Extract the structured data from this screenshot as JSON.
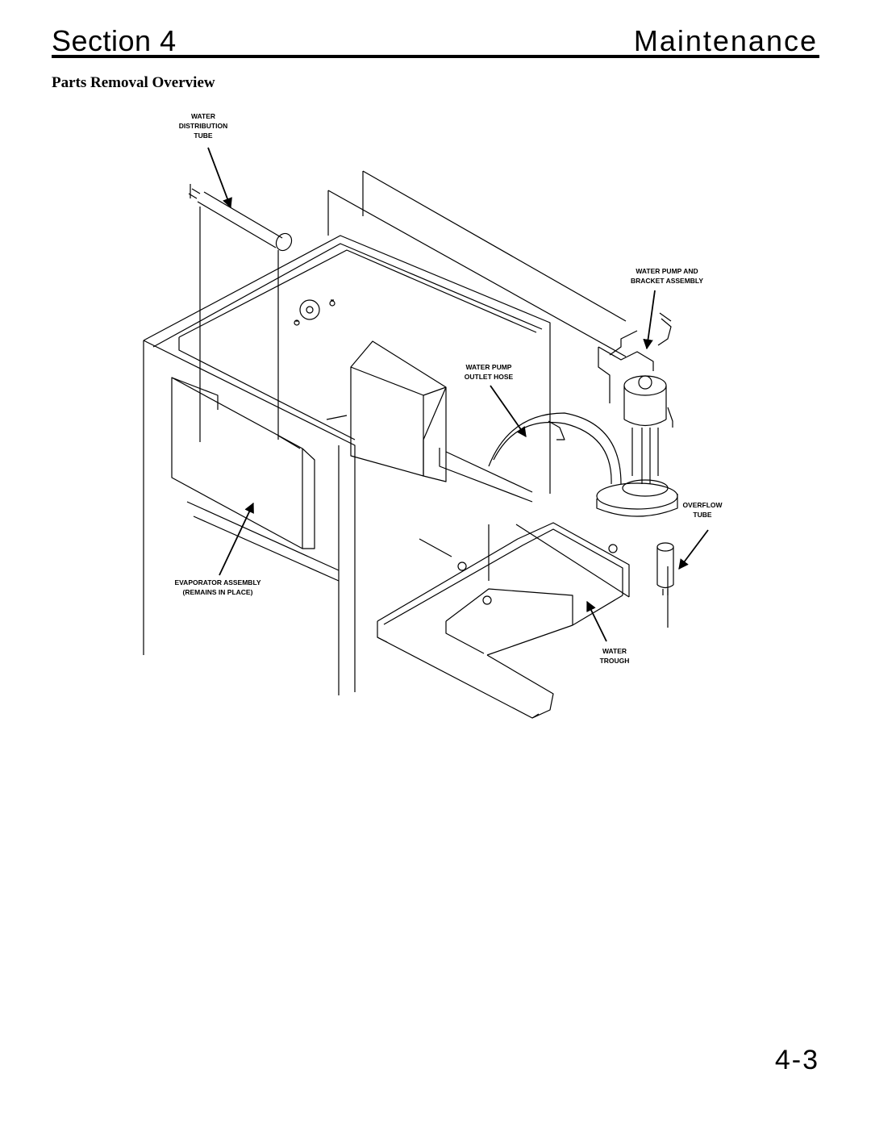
{
  "header": {
    "section": "Section 4",
    "title": "Maintenance"
  },
  "subheading": "Parts Removal Overview",
  "labels": {
    "water_distribution_tube": [
      "WATER",
      "DISTRIBUTION",
      "TUBE"
    ],
    "water_pump_bracket": [
      "WATER PUMP AND",
      "BRACKET ASSEMBLY"
    ],
    "water_pump_outlet_hose": [
      "WATER PUMP",
      "OUTLET HOSE"
    ],
    "overflow_tube": [
      "OVERFLOW",
      "TUBE"
    ],
    "evaporator_assembly": [
      "EVAPORATOR ASSEMBLY",
      "(REMAINS IN PLACE)"
    ],
    "water_trough": [
      "WATER",
      "TROUGH"
    ]
  },
  "page_number": "4-3"
}
